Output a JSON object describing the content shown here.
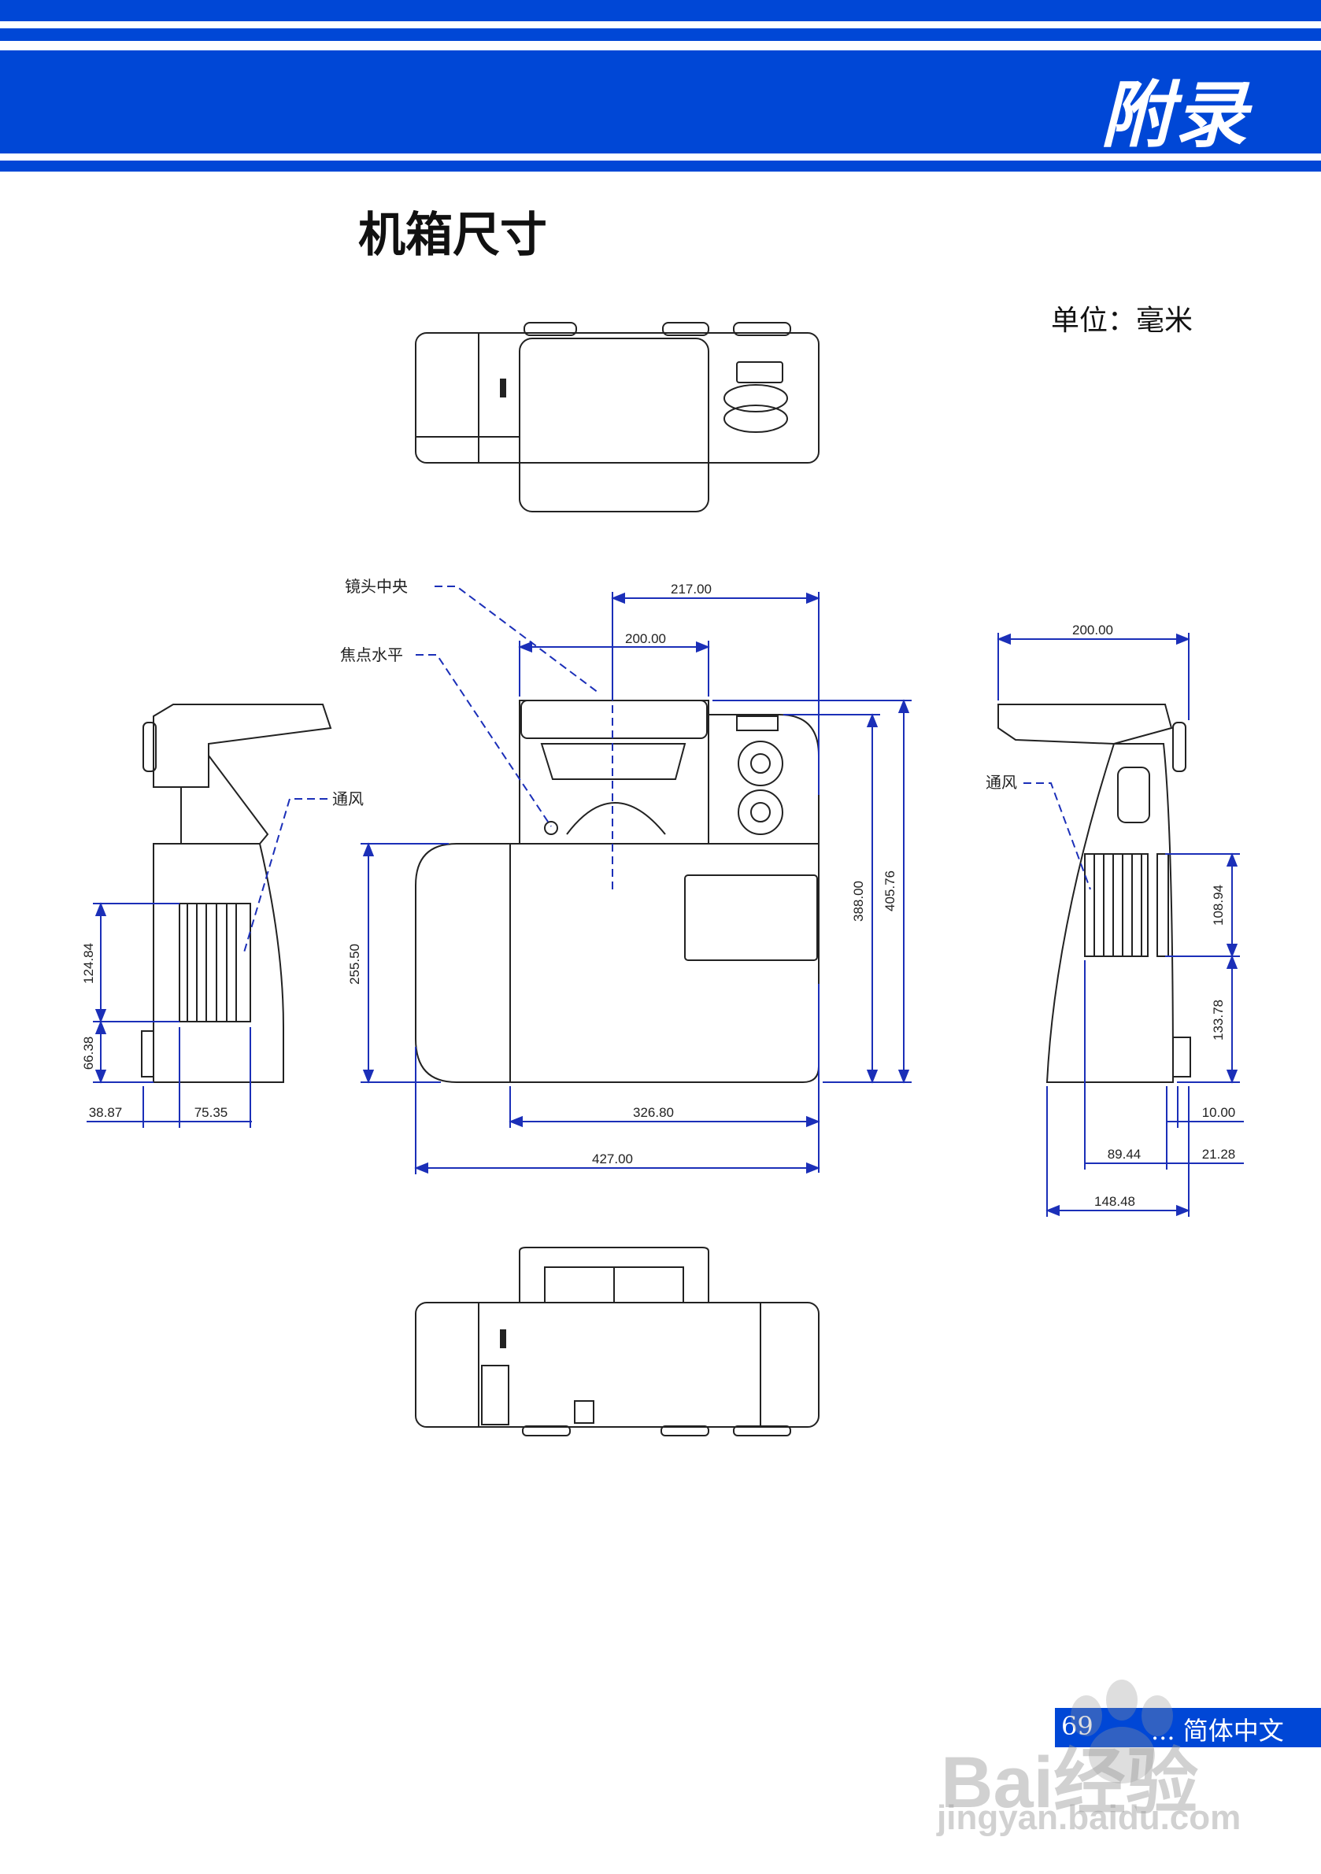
{
  "header": {
    "title": "附录"
  },
  "page": {
    "title": "机箱尺寸",
    "unit": "单位：毫米"
  },
  "callouts": {
    "lens_center": "镜头中央",
    "focus_level": "焦点水平",
    "vent_left": "通风",
    "vent_right": "通风"
  },
  "dims": {
    "front_217": "217.00",
    "front_200": "200.00",
    "front_388": "388.00",
    "front_405": "405.76",
    "front_255": "255.50",
    "front_326": "326.80",
    "front_427": "427.00",
    "left_124": "124.84",
    "left_66": "66.38",
    "left_38": "38.87",
    "left_75": "75.35",
    "right_200": "200.00",
    "right_108": "108.94",
    "right_133": "133.78",
    "right_10": "10.00",
    "right_89": "89.44",
    "right_21": "21.28",
    "right_148": "148.48"
  },
  "footer": {
    "page_number": "69",
    "language": "... 简体中文"
  },
  "watermark": {
    "brand": "Bai经验",
    "url": "jingyan.baidu.com"
  },
  "colors": {
    "brand_blue": "#0047d6",
    "dim_blue": "#1b2fb8",
    "line": "#222222"
  }
}
